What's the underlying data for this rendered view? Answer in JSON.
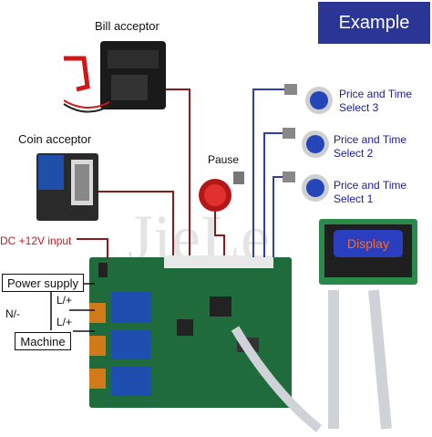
{
  "badge": "Example",
  "watermark": "JieLe",
  "labels": {
    "bill_acceptor": "Bill acceptor",
    "coin_acceptor": "Coin acceptor",
    "pause": "Pause",
    "price_time_3_line1": "Price and Time",
    "price_time_3_line2": "Select 3",
    "price_time_2_line1": "Price and Time",
    "price_time_2_line2": "Select 2",
    "price_time_1_line1": "Price and Time",
    "price_time_1_line2": "Select 1",
    "dc_input": "DC +12V input",
    "power_supply": "Power supply",
    "machine": "Machine",
    "l_plus_top": "L/+",
    "l_plus_bottom": "L/+",
    "n_minus": "N/-",
    "display": "Display"
  },
  "colors": {
    "badge_bg": "#2b3596",
    "wire_red": "#8b1a1a",
    "wire_blue": "#2e3fa5",
    "pcb_green": "#1f6b3b",
    "display_blue": "#2a3fbf",
    "display_text": "#ff6a1a"
  }
}
